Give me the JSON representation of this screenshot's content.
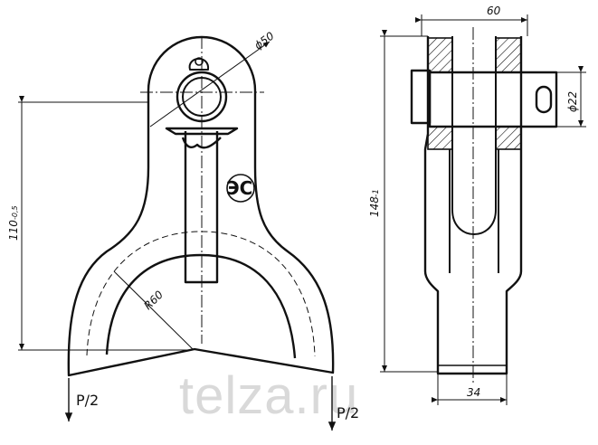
{
  "drawing": {
    "dimensions": {
      "pin_dia": "ϕ50",
      "bolt_dia": "ϕ22",
      "width_top": "60",
      "width_bottom": "34",
      "height_left": "110",
      "height_left_suffix": "-0,5",
      "height_right": "148",
      "height_right_suffix": "-1",
      "radius": "R60"
    },
    "loads": {
      "left": "P/2",
      "right": "P/2"
    },
    "logo_text": "ЭС",
    "watermark": "telza.ru"
  }
}
